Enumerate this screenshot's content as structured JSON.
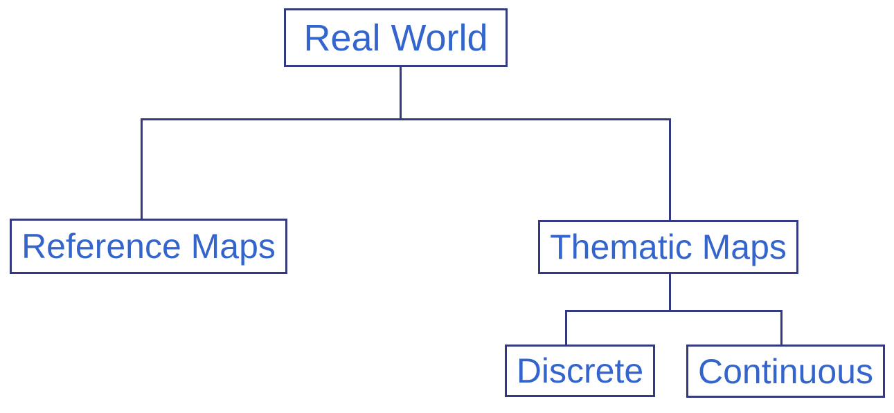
{
  "diagram": {
    "title": "Real World map classification tree",
    "type": "tree-diagram",
    "nodes": {
      "real_world": "Real World",
      "reference_maps": "Reference Maps",
      "thematic_maps": "Thematic Maps",
      "discrete": "Discrete",
      "continuous": "Continuous"
    },
    "edges": [
      {
        "from": "Real World",
        "to": "Reference Maps"
      },
      {
        "from": "Real World",
        "to": "Thematic Maps"
      },
      {
        "from": "Thematic Maps",
        "to": "Discrete"
      },
      {
        "from": "Thematic Maps",
        "to": "Continuous"
      }
    ],
    "colors": {
      "line": "#333A80",
      "text": "#3465CC",
      "bg": "#FFFFFF"
    }
  }
}
